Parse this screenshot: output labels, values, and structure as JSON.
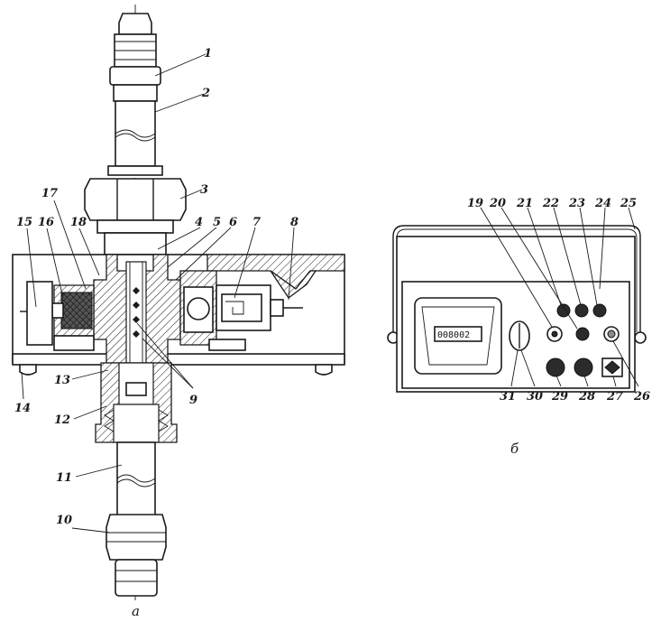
{
  "figure_a": {
    "caption": "а",
    "labels": [
      "1",
      "2",
      "3",
      "4",
      "5",
      "6",
      "7",
      "8",
      "9",
      "10",
      "11",
      "12",
      "13",
      "14",
      "15",
      "16",
      "17",
      "18"
    ]
  },
  "figure_b": {
    "caption": "б",
    "counter_display": "008002",
    "labels": [
      "19",
      "20",
      "21",
      "22",
      "23",
      "24",
      "25",
      "26",
      "27",
      "28",
      "29",
      "30",
      "31"
    ]
  }
}
